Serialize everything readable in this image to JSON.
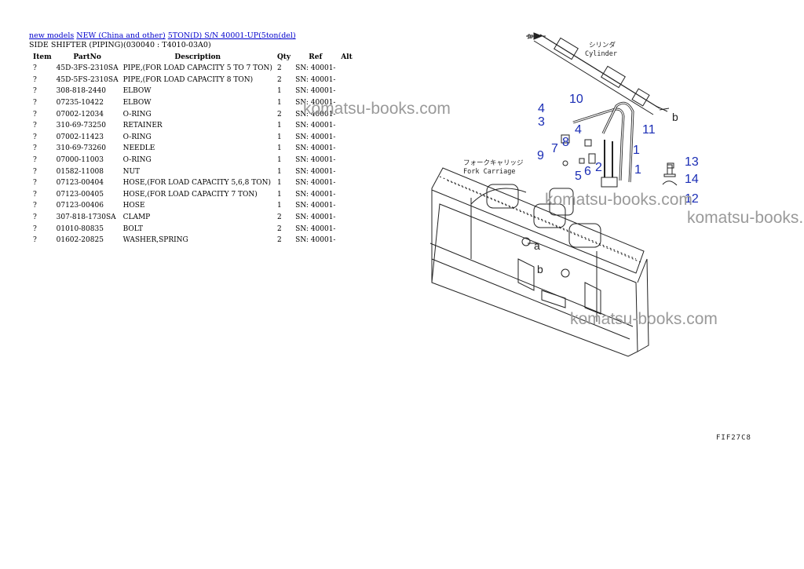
{
  "breadcrumb": {
    "links": [
      "new models",
      "NEW (China and other)",
      "5TON(D) S/N 40001-UP(5ton(del)"
    ]
  },
  "subtitle": "SIDE SHIFTER (PIPING)(030040 : T4010-03A0)",
  "table": {
    "headers": {
      "item": "Item",
      "partno": "PartNo",
      "description": "Description",
      "qty": "Qty",
      "ref": "Ref",
      "alt": "Alt"
    },
    "rows": [
      {
        "item": "?",
        "partno": "45D-3FS-2310SA",
        "description": "PIPE,(FOR LOAD CAPACITY 5 TO 7 TON)",
        "qty": "2",
        "ref": "SN: 40001-",
        "alt": ""
      },
      {
        "item": "?",
        "partno": "45D-5FS-2310SA",
        "description": "PIPE,(FOR LOAD CAPACITY 8 TON)",
        "qty": "2",
        "ref": "SN: 40001-",
        "alt": ""
      },
      {
        "item": "?",
        "partno": "308-818-2440",
        "description": "ELBOW",
        "qty": "1",
        "ref": "SN: 40001-",
        "alt": ""
      },
      {
        "item": "?",
        "partno": "07235-10422",
        "description": "ELBOW",
        "qty": "1",
        "ref": "SN: 40001-",
        "alt": ""
      },
      {
        "item": "?",
        "partno": "07002-12034",
        "description": "O-RING",
        "qty": "2",
        "ref": "SN: 40001-",
        "alt": ""
      },
      {
        "item": "?",
        "partno": "310-69-73250",
        "description": "RETAINER",
        "qty": "1",
        "ref": "SN: 40001-",
        "alt": ""
      },
      {
        "item": "?",
        "partno": "07002-11423",
        "description": "O-RING",
        "qty": "1",
        "ref": "SN: 40001-",
        "alt": ""
      },
      {
        "item": "?",
        "partno": "310-69-73260",
        "description": "NEEDLE",
        "qty": "1",
        "ref": "SN: 40001-",
        "alt": ""
      },
      {
        "item": "?",
        "partno": "07000-11003",
        "description": "O-RING",
        "qty": "1",
        "ref": "SN: 40001-",
        "alt": ""
      },
      {
        "item": "?",
        "partno": "01582-11008",
        "description": "NUT",
        "qty": "1",
        "ref": "SN: 40001-",
        "alt": ""
      },
      {
        "item": "?",
        "partno": "07123-00404",
        "description": "HOSE,(FOR LOAD CAPACITY 5,6,8 TON)",
        "qty": "1",
        "ref": "SN: 40001-",
        "alt": ""
      },
      {
        "item": "?",
        "partno": "07123-00405",
        "description": "HOSE,(FOR LOAD CAPACITY 7 TON)",
        "qty": "1",
        "ref": "SN: 40001-",
        "alt": ""
      },
      {
        "item": "?",
        "partno": "07123-00406",
        "description": "HOSE",
        "qty": "1",
        "ref": "SN: 40001-",
        "alt": ""
      },
      {
        "item": "?",
        "partno": "307-818-1730SA",
        "description": "CLAMP",
        "qty": "2",
        "ref": "SN: 40001-",
        "alt": ""
      },
      {
        "item": "?",
        "partno": "01010-80835",
        "description": "BOLT",
        "qty": "2",
        "ref": "SN: 40001-",
        "alt": ""
      },
      {
        "item": "?",
        "partno": "01602-20825",
        "description": "WASHER,SPRING",
        "qty": "2",
        "ref": "SN: 40001-",
        "alt": ""
      }
    ]
  },
  "diagram": {
    "labels": {
      "cylinder_jp": "シリンダ",
      "cylinder_en": "Cylinder",
      "carriage_jp": "フォークキャリッジ",
      "carriage_en": "Fork Carriage",
      "arrow_a": "a",
      "arrow_b": "b",
      "under_a": "a",
      "under_b": "b"
    },
    "callouts": [
      "1",
      "1",
      "2",
      "3",
      "4",
      "4",
      "5",
      "6",
      "7",
      "8",
      "9",
      "10",
      "11",
      "12",
      "13",
      "14"
    ],
    "code": "FIF27C8",
    "callout_color": "#1a2db5"
  },
  "watermark": "komatsu-books.com"
}
